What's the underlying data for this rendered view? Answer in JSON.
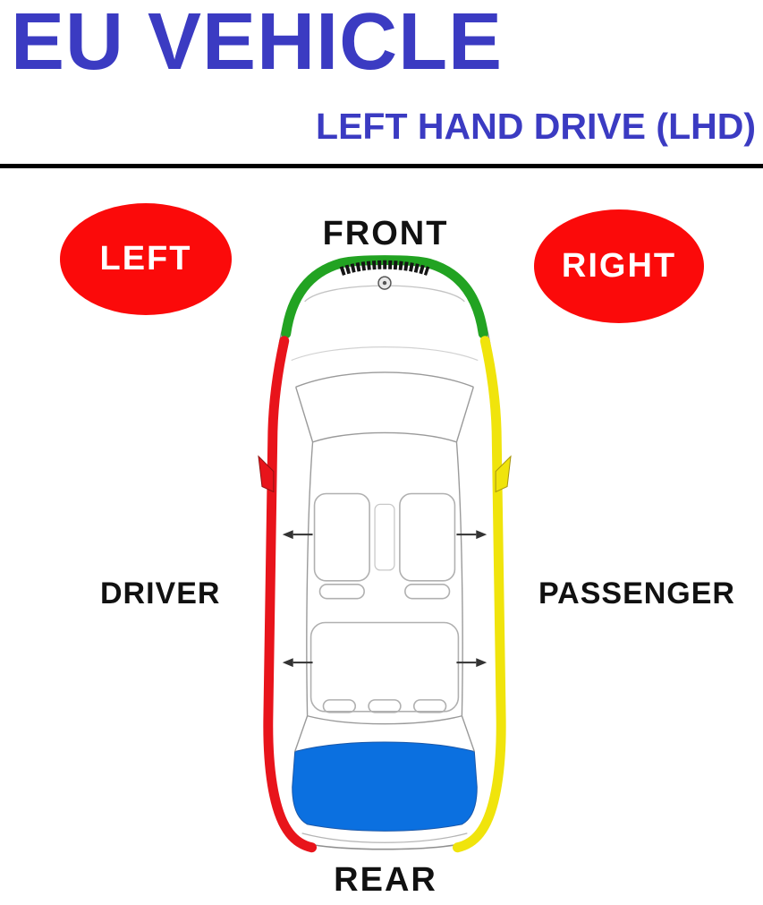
{
  "header": {
    "title": "EU VEHICLE",
    "subtitle": "LEFT HAND DRIVE (LHD)",
    "text_color": "#3b3bc2"
  },
  "diagram": {
    "front_label": "FRONT",
    "rear_label": "REAR",
    "driver_label": "DRIVER",
    "passenger_label": "PASSENGER",
    "left_badge": "LEFT",
    "right_badge": "RIGHT",
    "badge_color": "#fb0a0a",
    "badge_text_color": "#ffffff",
    "label_color": "#111111",
    "divider_color": "#000000",
    "highlights": {
      "front": "#22a322",
      "left": "#e8141b",
      "right": "#f0e40c",
      "rear": "#0b70e0"
    }
  }
}
